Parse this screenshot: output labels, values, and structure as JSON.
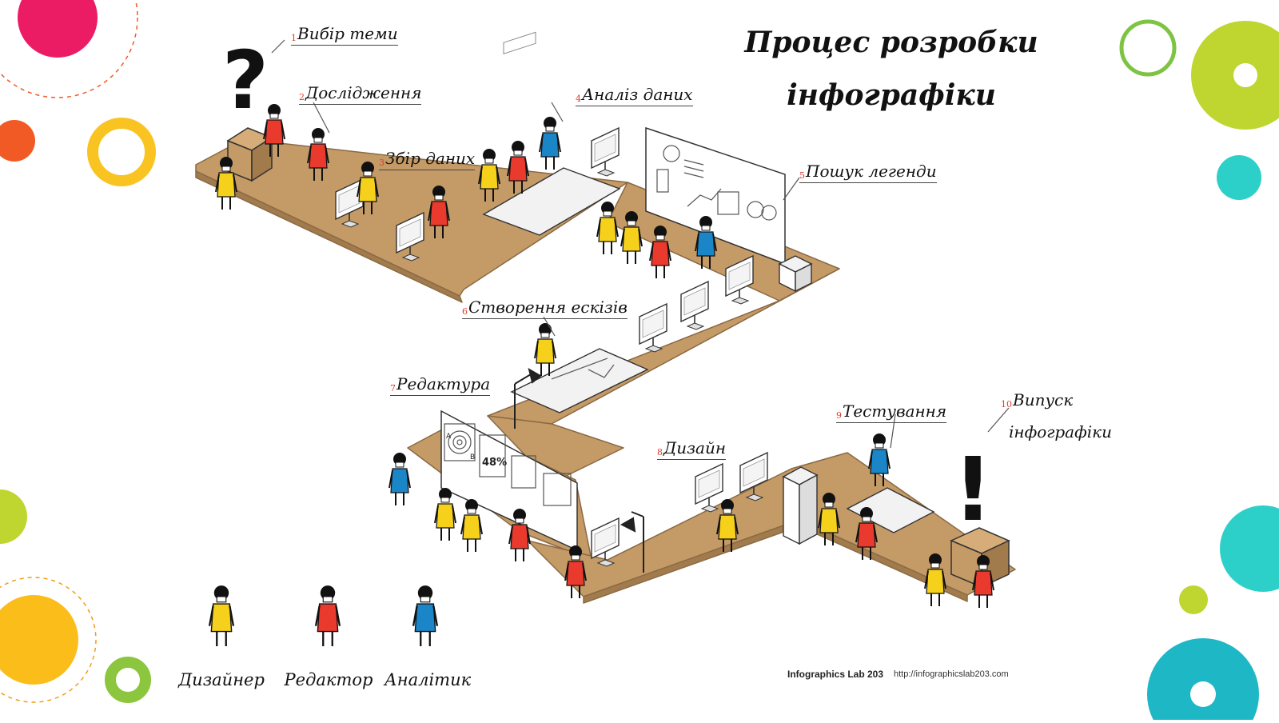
{
  "title": {
    "line1": "Процес розробки",
    "line2": "інфографіки"
  },
  "steps": [
    {
      "num": "1",
      "label": "Вибір теми"
    },
    {
      "num": "2",
      "label": "Дослідження"
    },
    {
      "num": "3",
      "label": "Збір даних"
    },
    {
      "num": "4",
      "label": "Аналіз даних"
    },
    {
      "num": "5",
      "label": "Пошук легенди"
    },
    {
      "num": "6",
      "label": "Створення ескізів"
    },
    {
      "num": "7",
      "label": "Редактура"
    },
    {
      "num": "8",
      "label": "Дизайн"
    },
    {
      "num": "9",
      "label": "Тестування"
    },
    {
      "num": "10",
      "label": "Випуск",
      "label2": "інфографіки"
    }
  ],
  "legend": [
    {
      "label": "Дизайнер",
      "color": "#f6d11b"
    },
    {
      "label": "Редактор",
      "color": "#ea3a2e"
    },
    {
      "label": "Аналітик",
      "color": "#1a86c8"
    }
  ],
  "board_labels": {
    "percent": "48%",
    "letter_a": "A",
    "letter_b": "B"
  },
  "footer": {
    "brand": "Infographics Lab 203",
    "url": "http://infographicslab203.com"
  },
  "colors": {
    "floor": "#c49a66",
    "designer": "#f6d11b",
    "editor": "#ea3a2e",
    "analyst": "#1a86c8"
  }
}
